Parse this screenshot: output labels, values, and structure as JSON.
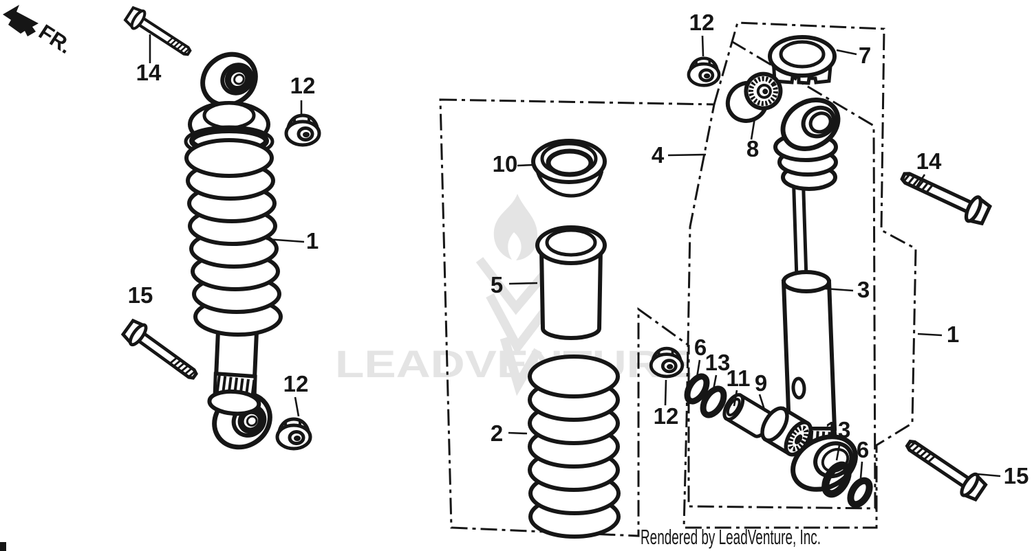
{
  "diagram": {
    "direction_label": "FR.",
    "watermark_text": "LEADVENTURE",
    "footer_text": "Rendered by LeadVenture, Inc.",
    "colors": {
      "ink": "#161616",
      "background": "#ffffff",
      "watermark": "#e4e4e4"
    },
    "callouts": {
      "bolt_14_left": "14",
      "nut_12_upper_left": "12",
      "assembly_1_left": "1",
      "bolt_15_left": "15",
      "nut_12_lower_left": "12",
      "spring_seat_10": "10",
      "spring_guide_5": "5",
      "spring_2": "2",
      "damper_sub_assembly_4": "4",
      "nut_12_upper_right": "12",
      "collar_7": "7",
      "bushing_8": "8",
      "bolt_14_right": "14",
      "damper_3": "3",
      "assembly_1_right": "1",
      "seal_6_upper": "6",
      "seal_13_upper": "13",
      "collar_11": "11",
      "bushing_9": "9",
      "nut_12_mid_right": "12",
      "seal_13_lower": "13",
      "seal_6_lower": "6",
      "bolt_15_right": "15"
    }
  }
}
